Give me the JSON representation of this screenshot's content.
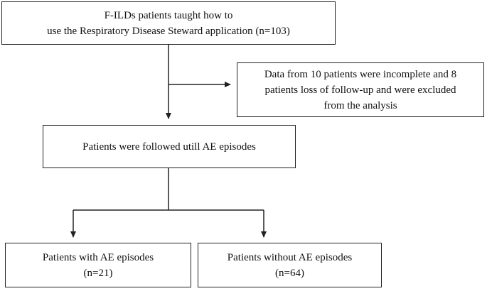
{
  "flowchart": {
    "start": {
      "line1": "F-ILDs patients taught how to",
      "line2": "use the  Respiratory Disease Steward application (n=103)"
    },
    "exclusion": {
      "line1": "Data from 10 patients were incomplete and 8",
      "line2": "patients  loss of follow-up and were excluded",
      "line3": "from the analysis"
    },
    "followed": {
      "line1": "Patients were followed utill AE episodes"
    },
    "with_ae": {
      "line1": "Patients with AE episodes",
      "line2": "(n=21)"
    },
    "without_ae": {
      "line1": "Patients without AE episodes",
      "line2": "(n=64)"
    }
  },
  "colors": {
    "line": "#222222",
    "text": "#111111",
    "background": "#ffffff"
  }
}
